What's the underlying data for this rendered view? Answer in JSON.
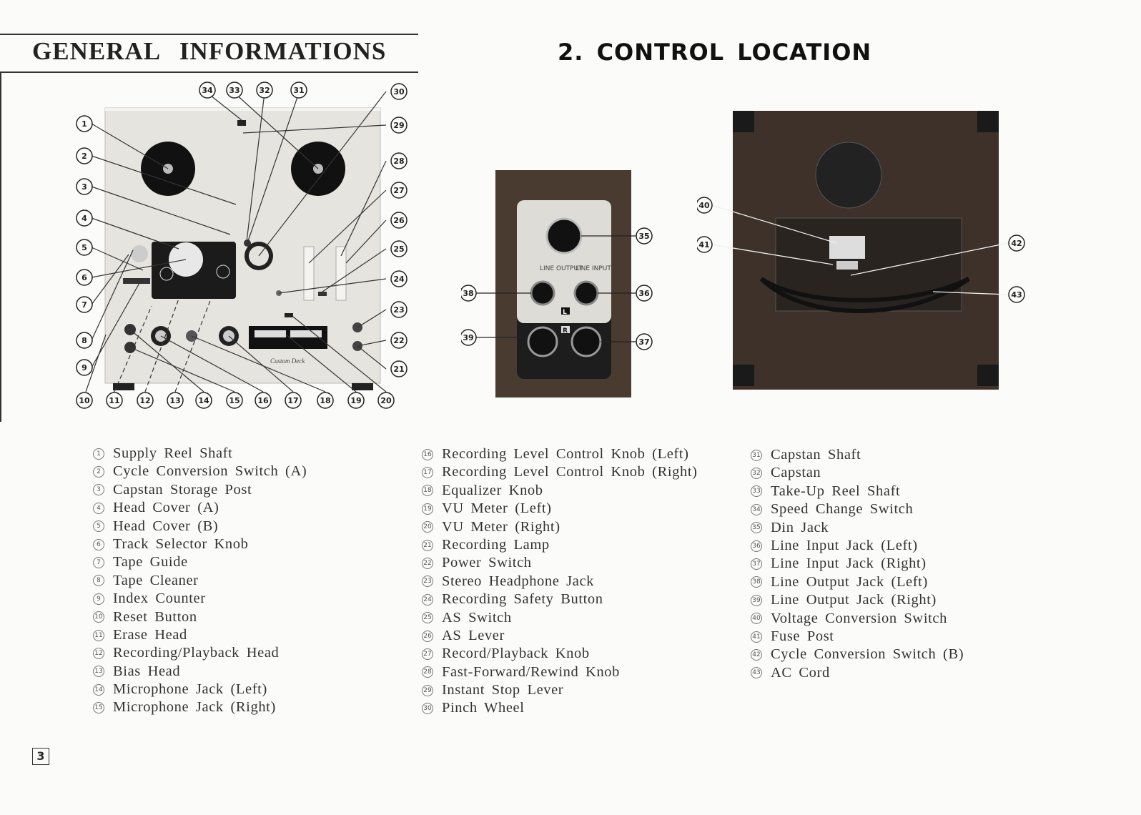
{
  "header": {
    "general_title": "GENERAL INFORMATIONS",
    "section_title": "2. CONTROL LOCATION"
  },
  "figure_main": {
    "callout_numbers": [
      "1",
      "2",
      "3",
      "4",
      "5",
      "6",
      "7",
      "8",
      "9",
      "10",
      "11",
      "12",
      "13",
      "14",
      "15",
      "16",
      "17",
      "18",
      "19",
      "20",
      "21",
      "22",
      "23",
      "24",
      "25",
      "26",
      "27",
      "28",
      "29",
      "30",
      "31",
      "32",
      "33",
      "34"
    ],
    "brand_script": "Custom Deck"
  },
  "figure_panel": {
    "callout_numbers": [
      "35",
      "36",
      "37",
      "38",
      "39"
    ],
    "line_output": "LINE OUTPUT",
    "line_input": "LINE INPUT",
    "left_marker": "L",
    "right_marker": "R"
  },
  "figure_rear": {
    "callout_numbers": [
      "40",
      "41",
      "42",
      "43"
    ]
  },
  "legend": {
    "col1": [
      {
        "n": "1",
        "label": "Supply Reel Shaft"
      },
      {
        "n": "2",
        "label": "Cycle Conversion Switch (A)"
      },
      {
        "n": "3",
        "label": "Capstan Storage Post"
      },
      {
        "n": "4",
        "label": "Head Cover (A)"
      },
      {
        "n": "5",
        "label": "Head Cover (B)"
      },
      {
        "n": "6",
        "label": "Track Selector Knob"
      },
      {
        "n": "7",
        "label": "Tape Guide"
      },
      {
        "n": "8",
        "label": "Tape Cleaner"
      },
      {
        "n": "9",
        "label": "Index Counter"
      },
      {
        "n": "10",
        "label": "Reset Button"
      },
      {
        "n": "11",
        "label": "Erase Head"
      },
      {
        "n": "12",
        "label": "Recording/Playback Head"
      },
      {
        "n": "13",
        "label": "Bias Head"
      },
      {
        "n": "14",
        "label": "Microphone Jack (Left)"
      },
      {
        "n": "15",
        "label": "Microphone Jack (Right)"
      }
    ],
    "col2": [
      {
        "n": "16",
        "label": "Recording Level Control Knob (Left)"
      },
      {
        "n": "17",
        "label": "Recording Level Control Knob (Right)"
      },
      {
        "n": "18",
        "label": "Equalizer Knob"
      },
      {
        "n": "19",
        "label": "VU Meter (Left)"
      },
      {
        "n": "20",
        "label": "VU Meter (Right)"
      },
      {
        "n": "21",
        "label": "Recording Lamp"
      },
      {
        "n": "22",
        "label": "Power Switch"
      },
      {
        "n": "23",
        "label": "Stereo Headphone Jack"
      },
      {
        "n": "24",
        "label": "Recording Safety Button"
      },
      {
        "n": "25",
        "label": "AS Switch"
      },
      {
        "n": "26",
        "label": "AS Lever"
      },
      {
        "n": "27",
        "label": "Record/Playback Knob"
      },
      {
        "n": "28",
        "label": "Fast-Forward/Rewind Knob"
      },
      {
        "n": "29",
        "label": "Instant Stop Lever"
      },
      {
        "n": "30",
        "label": "Pinch Wheel"
      }
    ],
    "col3": [
      {
        "n": "31",
        "label": "Capstan Shaft"
      },
      {
        "n": "32",
        "label": "Capstan"
      },
      {
        "n": "33",
        "label": "Take-Up Reel Shaft"
      },
      {
        "n": "34",
        "label": "Speed Change Switch"
      },
      {
        "n": "35",
        "label": "Din Jack"
      },
      {
        "n": "36",
        "label": "Line Input Jack (Left)"
      },
      {
        "n": "37",
        "label": "Line Input Jack (Right)"
      },
      {
        "n": "38",
        "label": "Line Output Jack (Left)"
      },
      {
        "n": "39",
        "label": "Line Output Jack (Right)"
      },
      {
        "n": "40",
        "label": "Voltage Conversion Switch"
      },
      {
        "n": "41",
        "label": "Fuse Post"
      },
      {
        "n": "42",
        "label": "Cycle Conversion Switch (B)"
      },
      {
        "n": "43",
        "label": "AC Cord"
      }
    ]
  },
  "footer": {
    "page_number": "3"
  }
}
